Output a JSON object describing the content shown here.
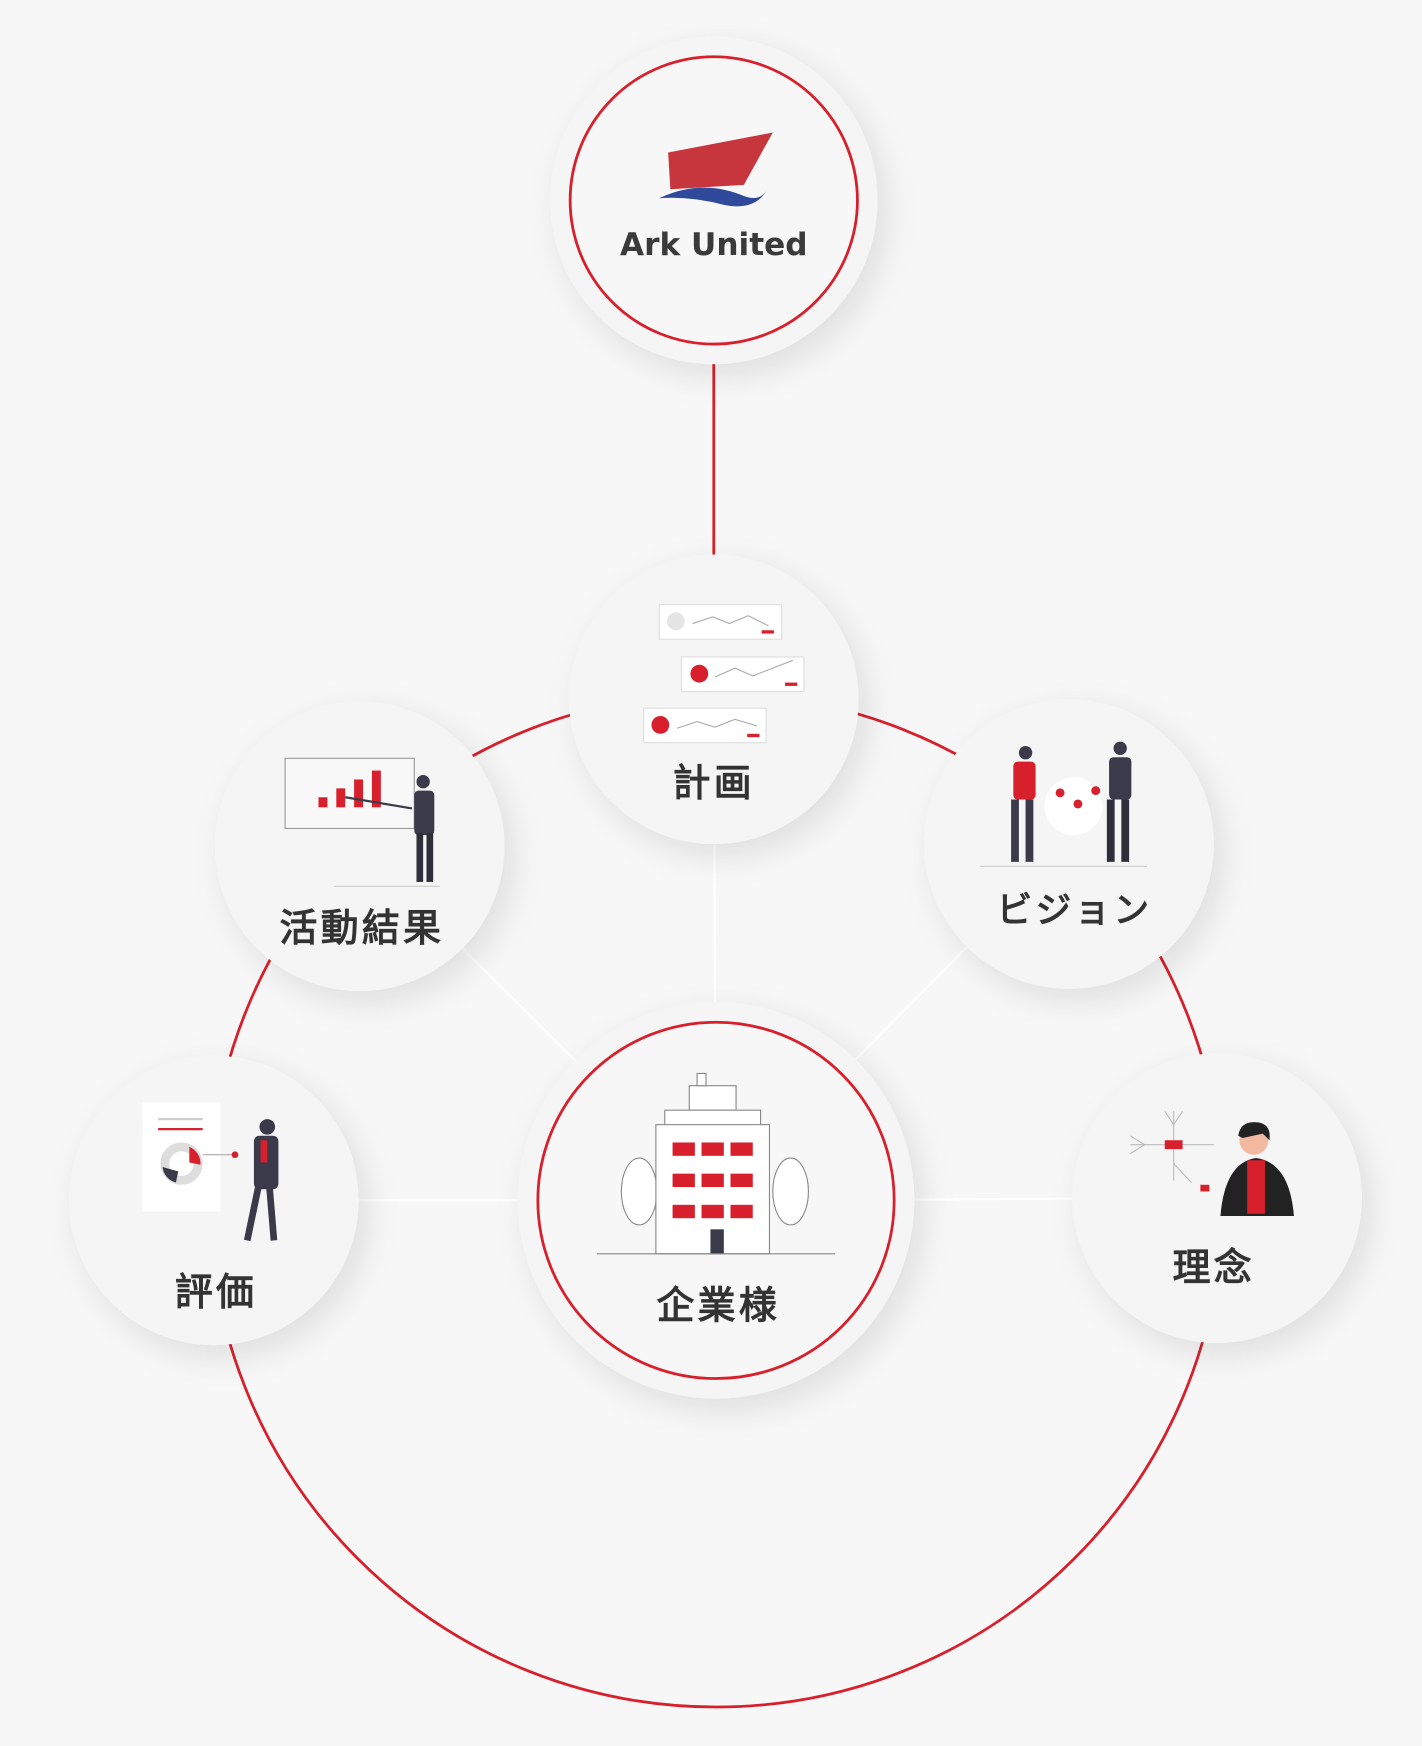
{
  "colors": {
    "accent": "#d8202c",
    "background": "#f7f7f7",
    "node": "#f5f5f5",
    "text": "#333333",
    "dark": "#3a3a4a"
  },
  "logo": {
    "name": "Ark United"
  },
  "center": {
    "label": "企業様"
  },
  "nodes": {
    "plan": "計画",
    "results": "活動結果",
    "vision": "ビジョン",
    "evaluation": "評価",
    "philosophy": "理念"
  }
}
